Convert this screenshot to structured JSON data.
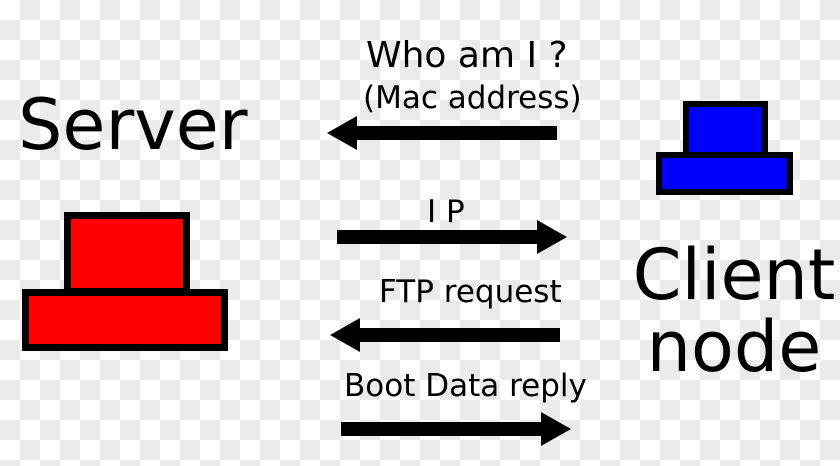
{
  "diagram": {
    "title_hint": "Boot protocol exchange between server and client node",
    "colors": {
      "checker_light": "#fefefe",
      "checker_dark": "#ebebeb",
      "arrow": "#000000",
      "text": "#000000",
      "server_node": "#ff0000",
      "client_node": "#0000ff",
      "node_border": "#000000"
    },
    "nodes": {
      "server": {
        "label": "Server"
      },
      "client": {
        "label_line1": "Client",
        "label_line2": "node"
      }
    },
    "messages": [
      {
        "label": "Who am I ?",
        "sublabel": "(Mac address)",
        "direction": "left",
        "from": "client",
        "to": "server"
      },
      {
        "label": "I P",
        "direction": "right",
        "from": "server",
        "to": "client"
      },
      {
        "label": "FTP request",
        "direction": "left",
        "from": "client",
        "to": "server"
      },
      {
        "label": "Boot Data reply",
        "direction": "right",
        "from": "server",
        "to": "client"
      }
    ]
  }
}
